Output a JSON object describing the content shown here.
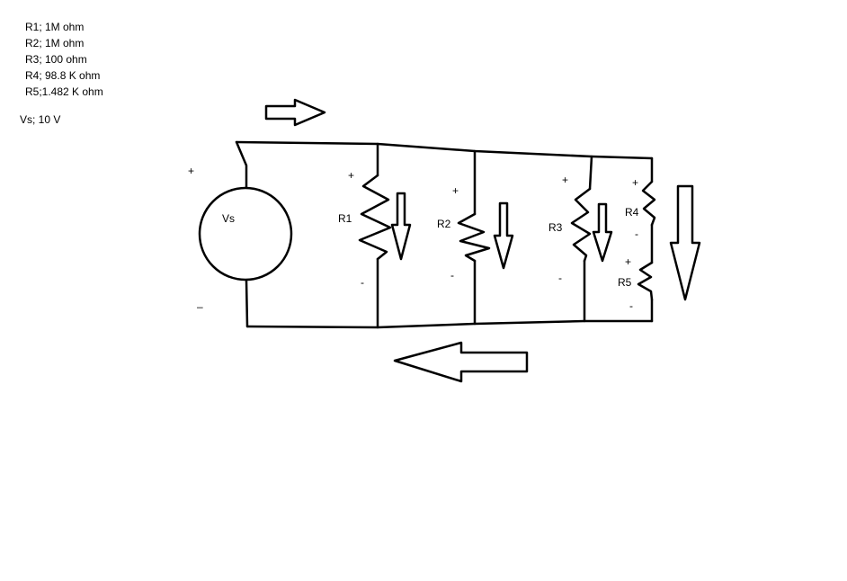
{
  "legend": [
    "R1; 1M ohm",
    "R2; 1M ohm",
    "R3; 100 ohm",
    "R4; 98.8 K ohm",
    "R5;1.482 K ohm"
  ],
  "source_note": "Vs; 10 V",
  "source": {
    "label": "Vs",
    "plus": "+",
    "minus": "–"
  },
  "resistors": [
    {
      "label": "R1",
      "plus": "+",
      "minus": "-"
    },
    {
      "label": "R2",
      "plus": "+",
      "minus": "-"
    },
    {
      "label": "R3",
      "plus": "+",
      "minus": "-"
    },
    {
      "label": "R4",
      "plus": "+",
      "minus": "-"
    },
    {
      "label": "R5",
      "plus": "+",
      "minus": "-"
    }
  ]
}
